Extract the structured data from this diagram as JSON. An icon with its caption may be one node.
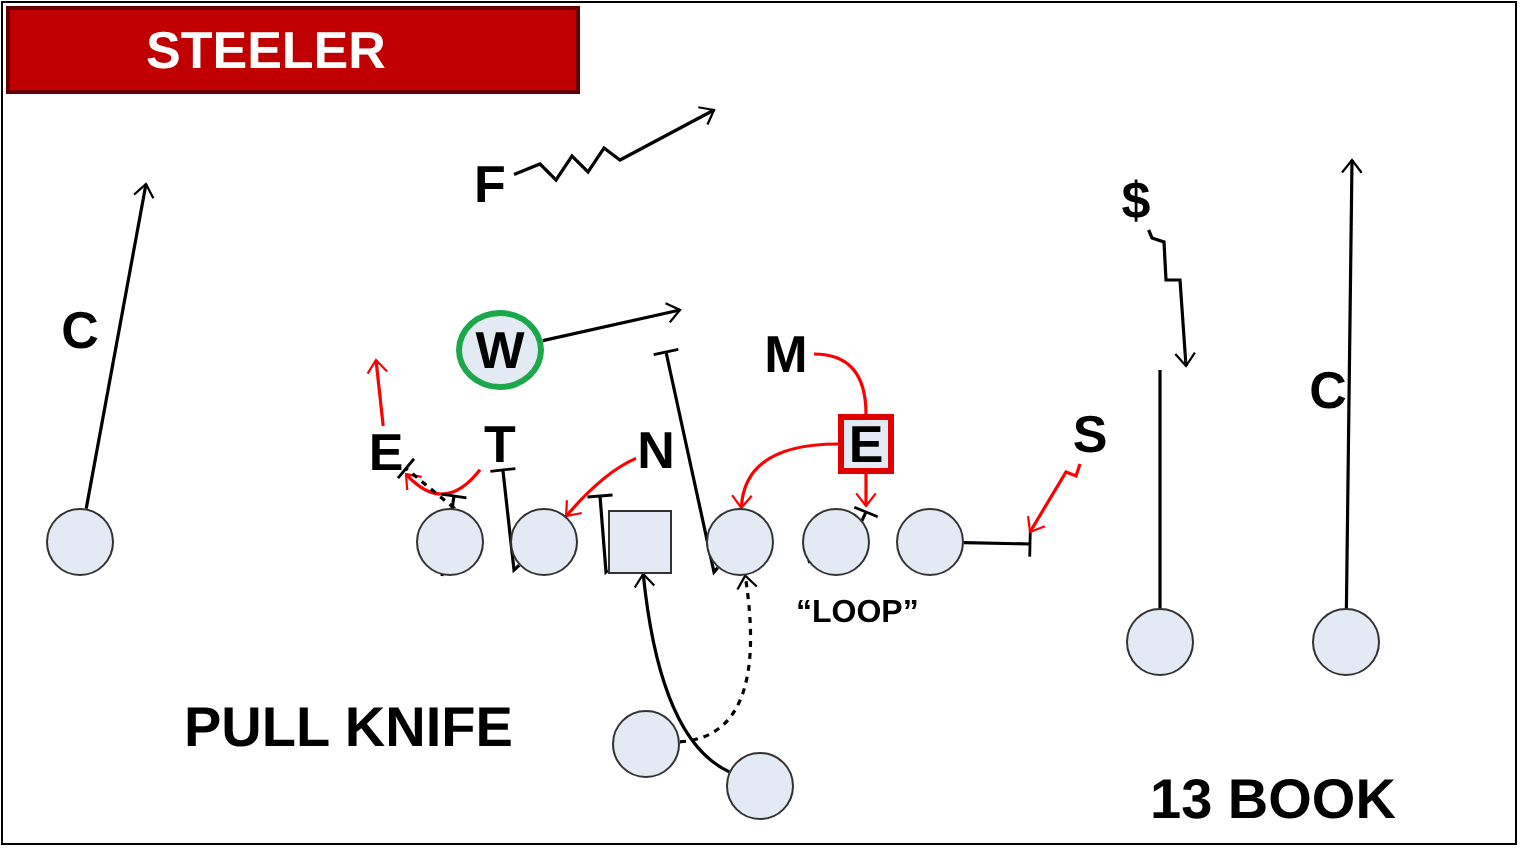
{
  "diagram": {
    "title": "STEELER",
    "nodes": [
      {
        "text": [
          "F"
        ]
      },
      {
        "text": [
          "C"
        ]
      },
      {
        "text": [
          "$"
        ]
      },
      {
        "text": [
          "C"
        ]
      },
      {
        "text": [
          "W"
        ]
      },
      {
        "text": [
          "M"
        ]
      },
      {
        "text": [
          "E"
        ]
      },
      {
        "text": [
          "T"
        ]
      },
      {
        "text": [
          "N"
        ]
      },
      {
        "text": [
          "E"
        ]
      },
      {
        "text": [
          "S"
        ]
      },
      {
        "text": [],
        "shape": "circle"
      },
      {
        "text": [],
        "shape": "circle"
      },
      {
        "text": [],
        "shape": "circle"
      },
      {
        "text": [],
        "shape": "box"
      },
      {
        "text": [],
        "shape": "circle"
      },
      {
        "text": [],
        "shape": "circle"
      },
      {
        "text": [],
        "shape": "circle"
      },
      {
        "text": [],
        "shape": "circle"
      },
      {
        "text": [],
        "shape": "circle"
      },
      {
        "text": [],
        "shape": "circle"
      },
      {
        "text": [],
        "shape": "circle"
      }
    ],
    "edges": [
      {
        "from": 0,
        "to": null,
        "arrow": "to"
      },
      {
        "from": 4,
        "to": null,
        "arrow": "to"
      },
      {
        "from": 2,
        "to": null,
        "arrow": "to"
      },
      {
        "from": 11,
        "to": null,
        "arrow": "to"
      },
      {
        "from": 19,
        "to": null,
        "arrow": "to"
      },
      {
        "from": 18,
        "to": null,
        "arrow": "none"
      },
      {
        "from": 5,
        "to": 9,
        "arrow": "none",
        "color": "#ff0000"
      },
      {
        "from": 9,
        "to": 15,
        "arrow": "to",
        "color": "#ff0000"
      },
      {
        "from": 9,
        "to": null,
        "arrow": "to",
        "color": "#ff0000"
      },
      {
        "from": 8,
        "to": 13,
        "arrow": "to",
        "color": "#ff0000"
      },
      {
        "from": 7,
        "to": 6,
        "arrow": "to",
        "color": "#ff0000"
      },
      {
        "from": 6,
        "to": null,
        "arrow": "to",
        "color": "#ff0000"
      },
      {
        "from": 12,
        "to": null,
        "arrow": "other"
      },
      {
        "from": 12,
        "to": 6,
        "arrow": "other",
        "style": "dashed"
      },
      {
        "from": 13,
        "to": 7,
        "arrow": "other"
      },
      {
        "from": 14,
        "to": null,
        "arrow": "other"
      },
      {
        "from": 15,
        "to": null,
        "arrow": "other"
      },
      {
        "from": 16,
        "to": null,
        "arrow": "other"
      },
      {
        "from": 17,
        "to": null,
        "arrow": "other"
      },
      {
        "from": 10,
        "to": null,
        "arrow": "to",
        "color": "#ff0000"
      },
      {
        "from": 21,
        "to": 14,
        "arrow": "to"
      },
      {
        "from": 20,
        "to": 15,
        "arrow": "to",
        "style": "dashed"
      }
    ],
    "labels": [
      "PULL KNIFE",
      "“LOOP”",
      "13 BOOK"
    ]
  }
}
